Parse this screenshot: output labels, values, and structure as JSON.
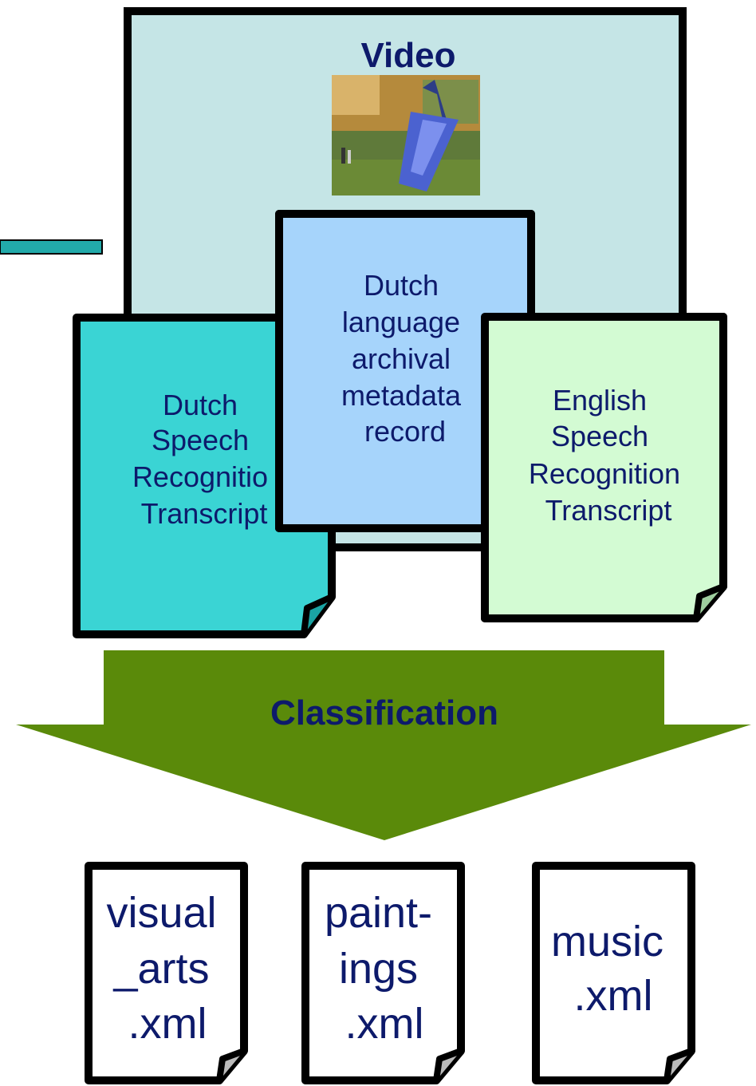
{
  "video": {
    "title": "Video",
    "thumbnail": "video-thumbnail-sculpture-in-park"
  },
  "documents": {
    "dutch_metadata": {
      "lines": [
        "Dutch",
        "language",
        "archival",
        "metadata",
        "record"
      ],
      "fill": "#a6d4fb"
    },
    "dutch_transcript": {
      "lines": [
        "Dutch",
        "Speech",
        "Recognitio",
        "Transcript"
      ],
      "fill": "#3ad4d4"
    },
    "english_transcript": {
      "lines": [
        "English",
        "Speech",
        "Recognition",
        "Transcript"
      ],
      "fill": "#d3fbd3"
    }
  },
  "arrow": {
    "label": "Classification",
    "fill": "#5a8a0a"
  },
  "outputs": [
    {
      "lines": [
        "visual",
        "_arts",
        ".xml"
      ]
    },
    {
      "lines": [
        "paint-",
        "ings",
        ".xml"
      ]
    },
    {
      "lines": [
        "music",
        ".xml"
      ]
    }
  ],
  "colors": {
    "text": "#0d1a6b",
    "video_bg": "#c5e5e6",
    "connector": "#22aaaa",
    "border": "#000000"
  }
}
